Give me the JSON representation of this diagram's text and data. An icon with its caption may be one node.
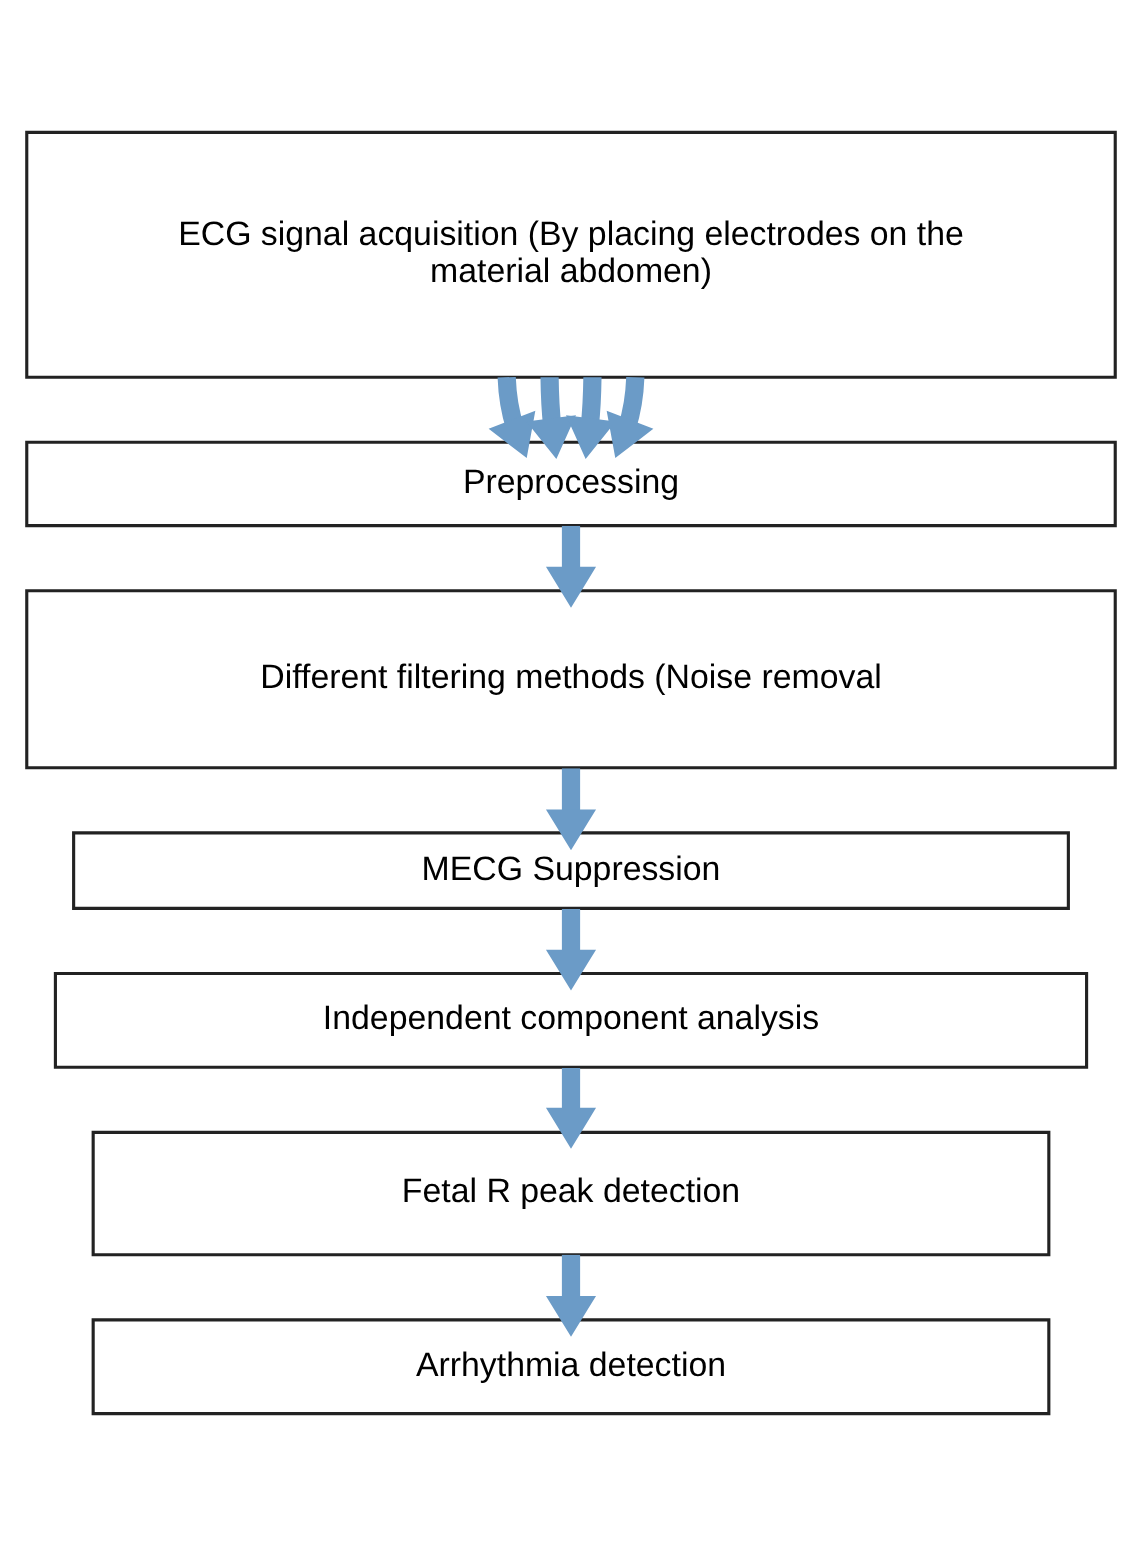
{
  "diagram": {
    "nodes": [
      {
        "text": [
          "ECG signal acquisition (By placing electrodes on the material abdomen)"
        ]
      },
      {
        "text": [
          "Preprocessing"
        ]
      },
      {
        "text": [
          "Different filtering methods (Noise removal"
        ]
      },
      {
        "text": [
          "MECG Suppression"
        ]
      },
      {
        "text": [
          "Independent component analysis"
        ]
      },
      {
        "text": [
          "Fetal R peak detection"
        ]
      },
      {
        "text": [
          "Arrhythmia detection"
        ]
      }
    ],
    "edges": [
      {
        "from": 0,
        "to": 1,
        "arrow": "to"
      },
      {
        "from": 0,
        "to": 1,
        "arrow": "to"
      },
      {
        "from": 0,
        "to": 1,
        "arrow": "to"
      },
      {
        "from": 0,
        "to": 1,
        "arrow": "to"
      },
      {
        "from": 1,
        "to": 2,
        "arrow": "to"
      },
      {
        "from": 2,
        "to": 3,
        "arrow": "to"
      },
      {
        "from": 3,
        "to": 4,
        "arrow": "to"
      },
      {
        "from": 4,
        "to": 5,
        "arrow": "to"
      },
      {
        "from": 5,
        "to": 6,
        "arrow": "to"
      }
    ]
  }
}
